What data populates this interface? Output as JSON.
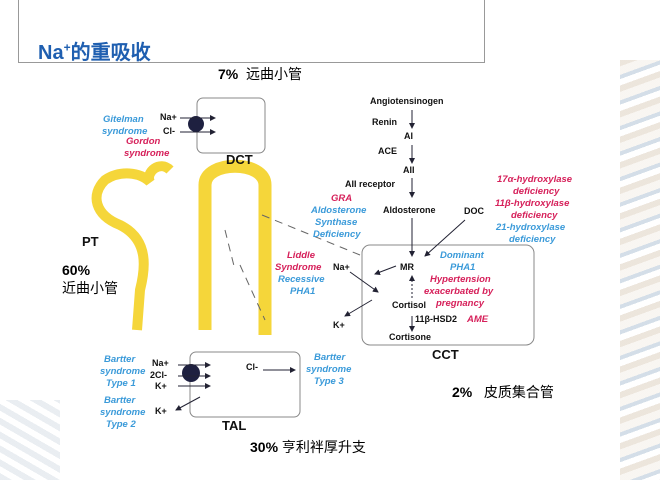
{
  "title": {
    "main": "Na",
    "sup": "+",
    "rest": "的重吸收"
  },
  "segments": [
    {
      "pct": "7%",
      "name": "远曲小管"
    },
    {
      "pct": "60%",
      "name": "近曲小管"
    },
    {
      "pct": "2%",
      "name": "皮质集合管"
    },
    {
      "pct": "30%",
      "name": "亨利袢厚升支"
    }
  ],
  "diagram": {
    "dct": "DCT",
    "pt": "PT",
    "tal": "TAL",
    "cct": "CCT",
    "na": "Na+",
    "cl": "Cl-",
    "k": "K+",
    "twocl": "2Cl-",
    "gitelman": [
      "Gitelman",
      "syndrome"
    ],
    "gordon": [
      "Gordon",
      "syndrome"
    ],
    "pathway": [
      "Angiotensinogen",
      "Renin",
      "AI",
      "ACE",
      "AII",
      "AII receptor",
      "Aldosterone",
      "DOC",
      "MR",
      "Cortisol",
      "11β-HSD2",
      "Cortisone"
    ],
    "gra": "GRA",
    "ald_def": [
      "Aldosterone",
      "Synthase",
      "Deficiency"
    ],
    "hydrox": [
      "17α-hydroxylase",
      "deficiency",
      "11β-hydroxylase",
      "deficiency",
      "21-hydroxylase",
      "deficiency"
    ],
    "liddle": [
      "Liddle",
      "Syndrome"
    ],
    "rec_pha1": [
      "Recessive",
      "PHA1"
    ],
    "dom": [
      "Dominant",
      "PHA1"
    ],
    "hyper": [
      "Hypertension",
      "exacerbated by",
      "pregnancy"
    ],
    "ame": "AME",
    "bartter1": [
      "Bartter",
      "syndrome",
      "Type 1"
    ],
    "bartter2": [
      "Bartter",
      "syndrome",
      "Type 2"
    ],
    "bartter3": [
      "Bartter",
      "syndrome",
      "Type 3"
    ]
  },
  "colors": {
    "title": "#1f5fb0",
    "blue": "#3a9ad9",
    "red": "#d6205a",
    "tubule": "#f5d63a"
  }
}
